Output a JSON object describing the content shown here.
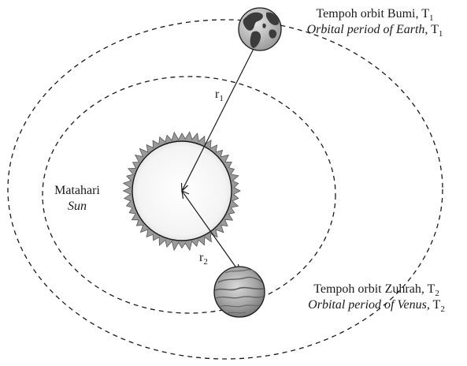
{
  "sun": {
    "label": "Matahari",
    "label_en": "Sun"
  },
  "earth": {
    "label": "Tempoh orbit Bumi,",
    "label_en_italic": "Orbital period of Earth",
    "symbol": "T",
    "subscript": "1"
  },
  "venus": {
    "label": "Tempoh orbit Zuhrah,",
    "label_en_italic": "Orbital period of Venus",
    "symbol": "T",
    "subscript": "2"
  },
  "radius1": {
    "symbol": "r",
    "subscript": "1"
  },
  "radius2": {
    "symbol": "r",
    "subscript": "2"
  },
  "colors": {
    "line": "#1a1a1a",
    "sun_fill": "#ffffff",
    "corona": "#9a9a9a",
    "venus_tone": "#8c8c8c"
  }
}
